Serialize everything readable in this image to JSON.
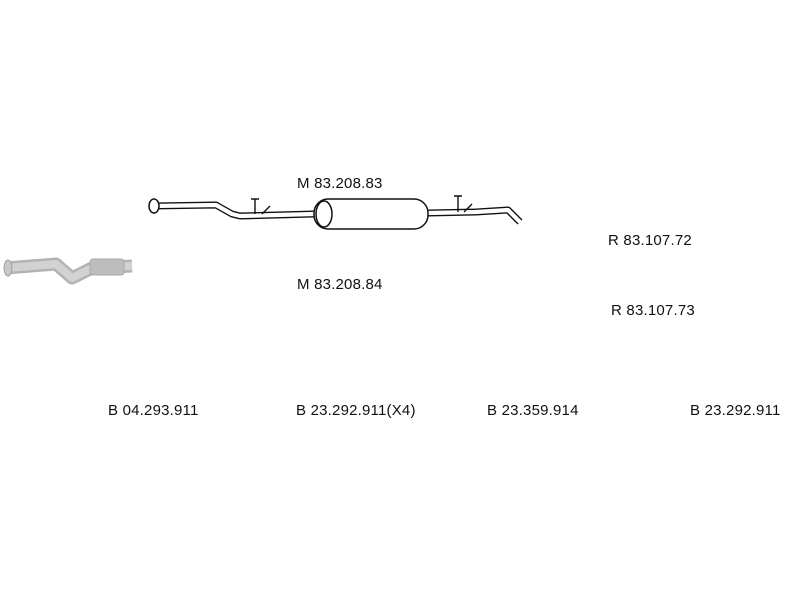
{
  "parts": [
    {
      "code": "M 83.208.83",
      "kind": "muffler-assembly"
    },
    {
      "code": "M 83.208.84",
      "kind": "muffler-assembly"
    },
    {
      "code": "R 83.107.72",
      "kind": "tail-pipe"
    },
    {
      "code": "R 83.107.73",
      "kind": "tail-pipe"
    },
    {
      "code": "B 04.293.911",
      "kind": "u-bolt-clamp"
    },
    {
      "code": "B 23.292.911(X4)",
      "kind": "rubber-mount"
    },
    {
      "code": "B 23.359.914",
      "kind": "band-clamp"
    },
    {
      "code": "B 23.292.911",
      "kind": "rubber-mount"
    }
  ],
  "colors": {
    "line": "#111111",
    "ghost": "#b0b0b0",
    "background": "#ffffff"
  }
}
